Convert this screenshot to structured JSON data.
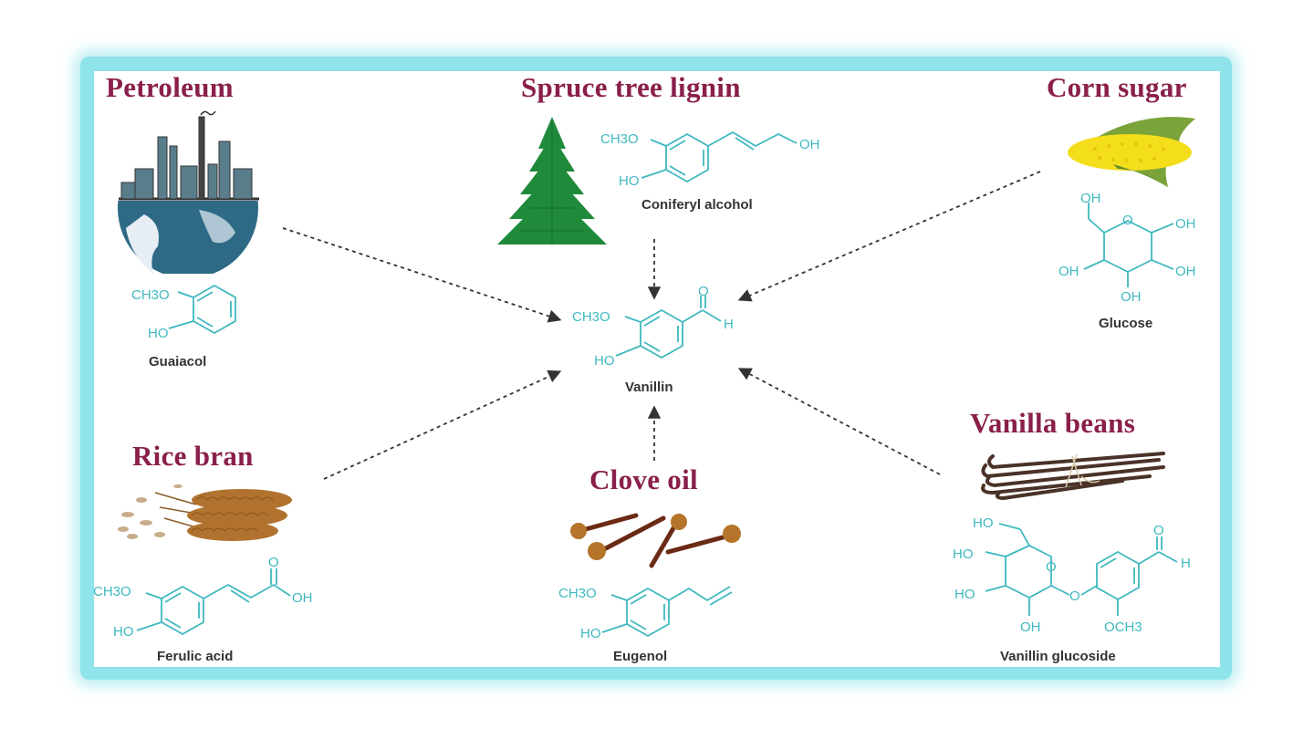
{
  "diagram": {
    "center": {
      "molecule": "Vanillin"
    },
    "sources": [
      {
        "id": "petroleum",
        "title": "Petroleum",
        "molecule": "Guaiacol",
        "icon": "refinery-globe-icon"
      },
      {
        "id": "spruce",
        "title": "Spruce tree lignin",
        "molecule": "Coniferyl alcohol",
        "icon": "spruce-tree-icon"
      },
      {
        "id": "corn",
        "title": "Corn sugar",
        "molecule": "Glucose",
        "icon": "corn-cob-icon"
      },
      {
        "id": "rice",
        "title": "Rice bran",
        "molecule": "Ferulic acid",
        "icon": "rice-bran-icon"
      },
      {
        "id": "clove",
        "title": "Clove oil",
        "molecule": "Eugenol",
        "icon": "clove-icon"
      },
      {
        "id": "vanilla",
        "title": "Vanilla beans",
        "molecule": "Vanillin glucoside",
        "icon": "vanilla-bean-icon"
      }
    ],
    "chem_labels": {
      "ch3o": "CH3O",
      "ho": "HO",
      "oh": "OH",
      "o": "O",
      "h": "H",
      "och3": "OCH3"
    },
    "colors": {
      "title": "#8a1f4a",
      "structure": "#3fb8bf",
      "frame": "#8fe3ea",
      "label": "#333333",
      "arrow": "#333333"
    }
  }
}
